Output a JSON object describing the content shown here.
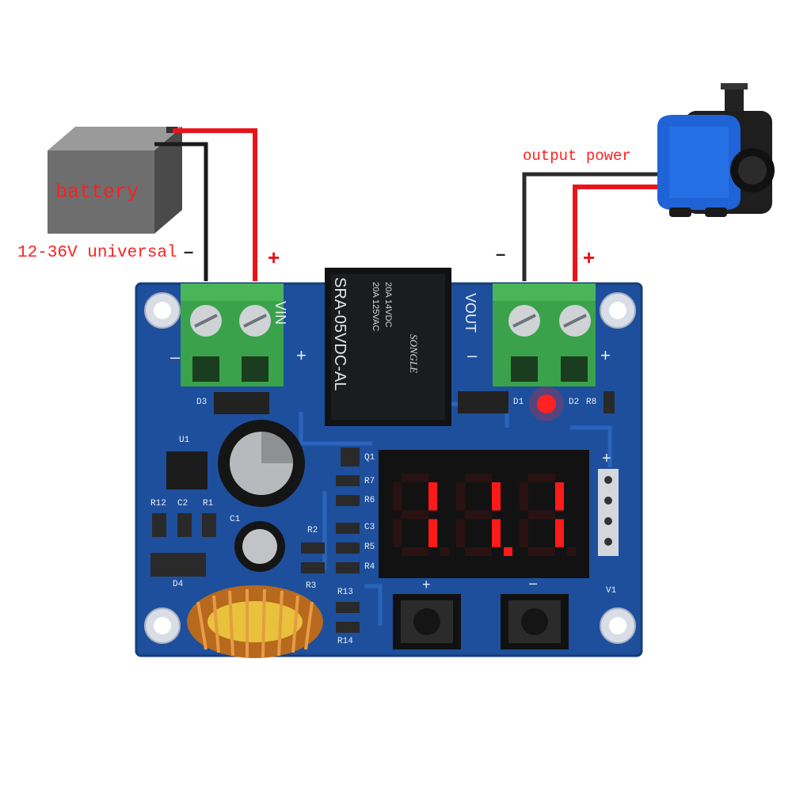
{
  "battery": {
    "label": "battery",
    "voltage_note": "12-36V universal",
    "minus": "–",
    "plus": "+"
  },
  "output": {
    "label": "output power",
    "minus": "–",
    "plus": "+"
  },
  "board": {
    "vin_label": "VIN",
    "vout_label": "VOUT",
    "vin_minus": "–",
    "vin_plus": "+",
    "vout_minus": "–",
    "vout_plus": "+",
    "relay_model": "SRA-05VDC-AL",
    "relay_brand": "SONGLE",
    "relay_rating_1": "20A 14VDC",
    "relay_rating_2": "20A 125VAC",
    "display_value": "11.1",
    "btn_plus": "+",
    "btn_minus": "–",
    "header_plus": "+",
    "silk": {
      "d3": "D3",
      "u1": "U1",
      "r12": "R12",
      "c2": "C2",
      "r1": "R1",
      "c1": "C1",
      "d4": "D4",
      "q1": "Q1",
      "r7": "R7",
      "r6": "R6",
      "r2": "R2",
      "c3": "C3",
      "r5": "R5",
      "r4": "R4",
      "r3": "R3",
      "r13": "R13",
      "r14": "R14",
      "d1": "D1",
      "d2": "D2",
      "r8": "R8",
      "v1": "V1"
    }
  },
  "colors": {
    "pcb": "#1d4f9c",
    "terminal": "#3aa24a",
    "wire_red": "#e8141a",
    "wire_black": "#1a1a1a",
    "segment_on": "#ff1a1a",
    "battery_box": "#6b6b6b"
  }
}
